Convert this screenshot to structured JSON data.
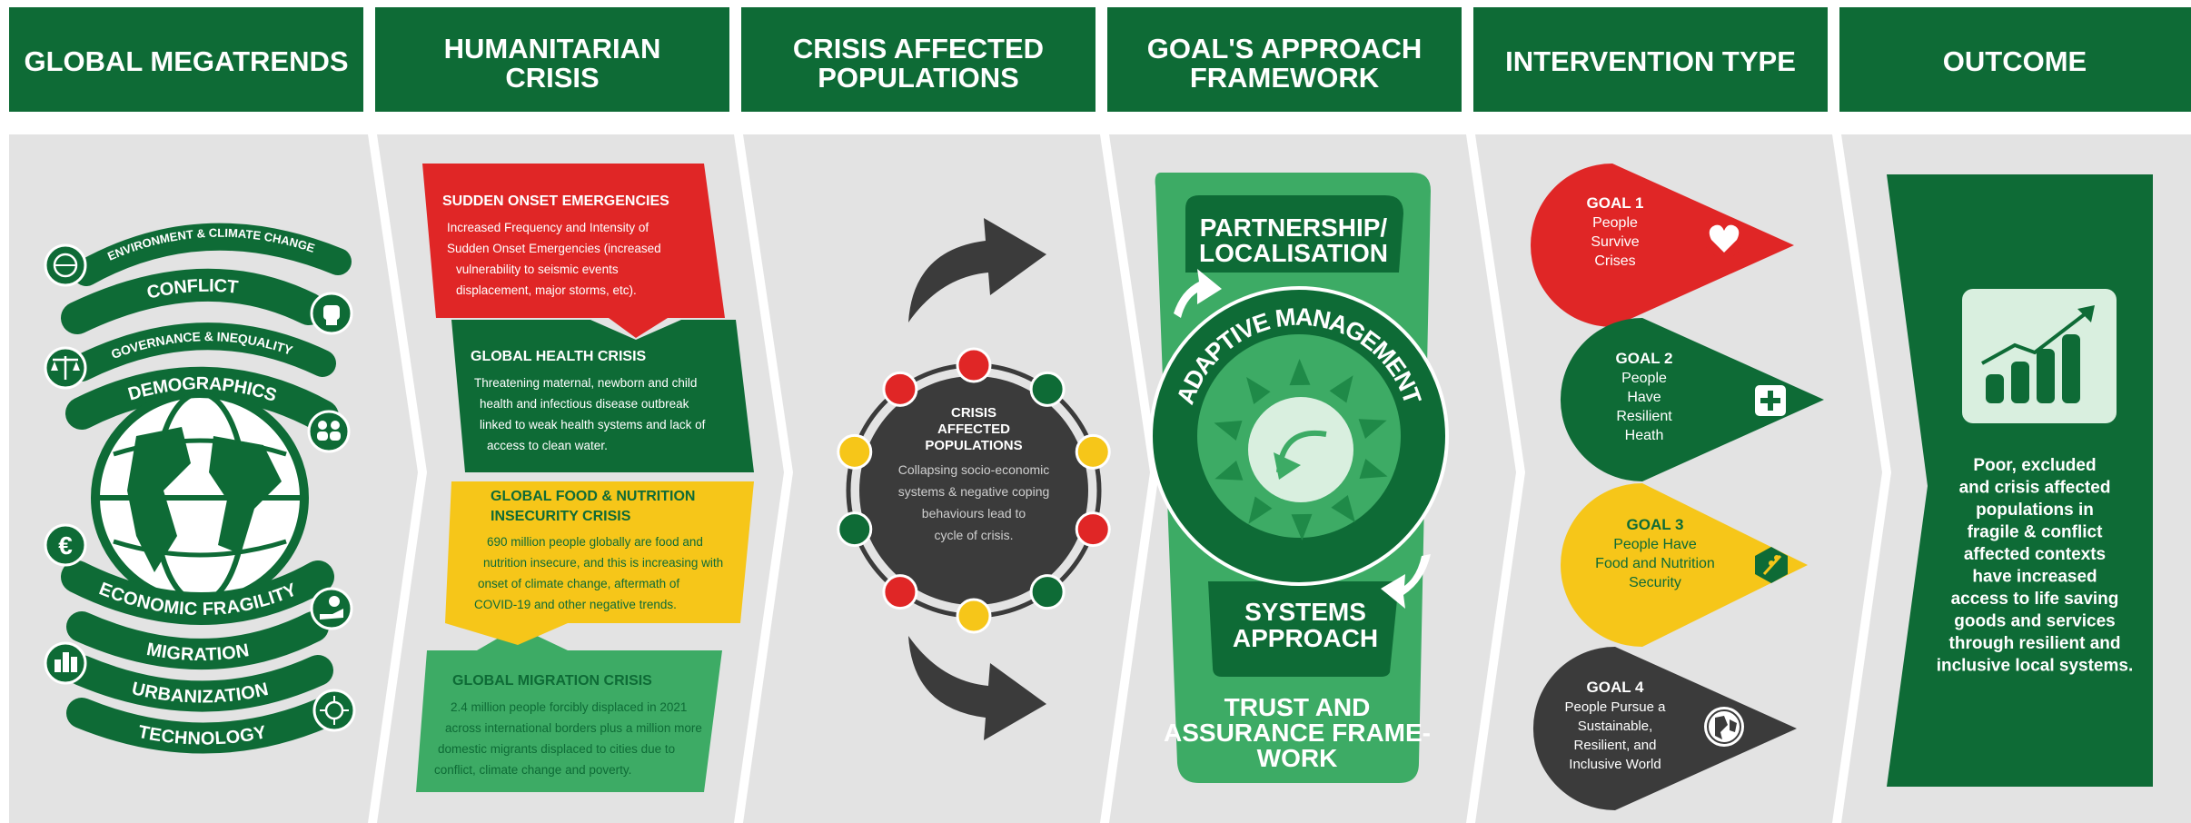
{
  "headers": [
    {
      "lines": [
        "GLOBAL MEGATRENDS"
      ]
    },
    {
      "lines": [
        "HUMANITARIAN",
        "CRISIS"
      ]
    },
    {
      "lines": [
        "CRISIS AFFECTED",
        "POPULATIONS"
      ]
    },
    {
      "lines": [
        "GOAL'S APPROACH",
        "FRAMEWORK"
      ]
    },
    {
      "lines": [
        "INTERVENTION TYPE"
      ]
    },
    {
      "lines": [
        "OUTCOME"
      ]
    }
  ],
  "megatrends": {
    "environment": "ENVIRONMENT & CLIMATE CHANGE",
    "conflict": "CONFLICT",
    "governance": "GOVERNANCE & INEQUALITY",
    "demographics": "DEMOGRAPHICS",
    "economic": "ECONOMIC FRAGILITY",
    "migration": "MIGRATION",
    "urbanization": "URBANIZATION",
    "technology": "TECHNOLOGY",
    "icons": {
      "environment": "globe-icon",
      "conflict": "fist-icon",
      "governance": "scales-icon",
      "demographics": "people-icon",
      "economic": "euro-icon",
      "fragility": "hand-coins-icon",
      "urbanization": "city-icon",
      "technology": "circuit-icon"
    }
  },
  "crises": [
    {
      "title": "SUDDEN ONSET EMERGENCIES",
      "body": [
        "Increased Frequency and Intensity of",
        "Sudden Onset Emergencies (increased",
        "vulnerability to seismic events",
        "displacement, major storms, etc)."
      ],
      "color": "#e02626"
    },
    {
      "title": "GLOBAL HEALTH CRISIS",
      "body": [
        "Threatening maternal, newborn and child",
        "health and infectious disease outbreak",
        "linked to weak health systems and lack of",
        "access to clean water."
      ],
      "color": "#0e6b36"
    },
    {
      "title": "GLOBAL FOOD & NUTRITION",
      "title2": "INSECURITY CRISIS",
      "body": [
        "690 million people globally are food and",
        "nutrition insecure, and this is increasing with",
        "onset of climate change, aftermath of",
        "COVID-19 and other negative trends."
      ],
      "color": "#f6c619"
    },
    {
      "title": "GLOBAL MIGRATION CRISIS",
      "body": [
        "2.4 million people forcibly displaced in 2021",
        "across international borders plus a million more",
        "domestic migrants displaced to cities due to",
        "conflict, climate change and poverty."
      ],
      "color": "#3dab65"
    }
  ],
  "cycle": {
    "title": [
      "CRISIS",
      "AFFECTED",
      "POPULATIONS"
    ],
    "body": [
      "Collapsing socio-economic",
      "systems & negative coping",
      "behaviours lead to",
      "cycle of crisis."
    ]
  },
  "framework": {
    "top": [
      "PARTNERSHIP/",
      "LOCALISATION"
    ],
    "ring": "ADAPTIVE MANAGEMENT",
    "bottom": [
      "SYSTEMS",
      "APPROACH"
    ],
    "trust": [
      "TRUST AND",
      "ASSURANCE FRAME-",
      "WORK"
    ]
  },
  "goals": [
    {
      "title": "GOAL 1",
      "lines": [
        "People",
        "Survive",
        "Crises"
      ],
      "color": "#e02626",
      "icon": "heart-icon"
    },
    {
      "title": "GOAL 2",
      "lines": [
        "People",
        "Have",
        "Resilient",
        "Heath"
      ],
      "color": "#0e6b36",
      "icon": "plus-icon"
    },
    {
      "title": "GOAL 3",
      "lines": [
        "People Have",
        "Food and Nutrition",
        "Security"
      ],
      "color": "#f6c619",
      "icon": "wheat-icon"
    },
    {
      "title": "GOAL 4",
      "lines": [
        "People Pursue a",
        "Sustainable,",
        "Resilient, and",
        "Inclusive World"
      ],
      "color": "#3b3b3b",
      "icon": "world-icon"
    }
  ],
  "outcome": {
    "lines": [
      "Poor, excluded",
      "and crisis affected",
      "populations in",
      "fragile & conflict",
      "affected contexts",
      "have increased",
      "access to life saving",
      "goods and services",
      "through resilient and",
      "inclusive local systems."
    ],
    "icon": "growth-chart-icon"
  },
  "colors": {
    "darkGreen": "#0e6b36",
    "green": "#3dab65",
    "red": "#e02626",
    "yellow": "#f6c619",
    "grey": "#e3e3e3",
    "dark": "#3b3b3b"
  }
}
